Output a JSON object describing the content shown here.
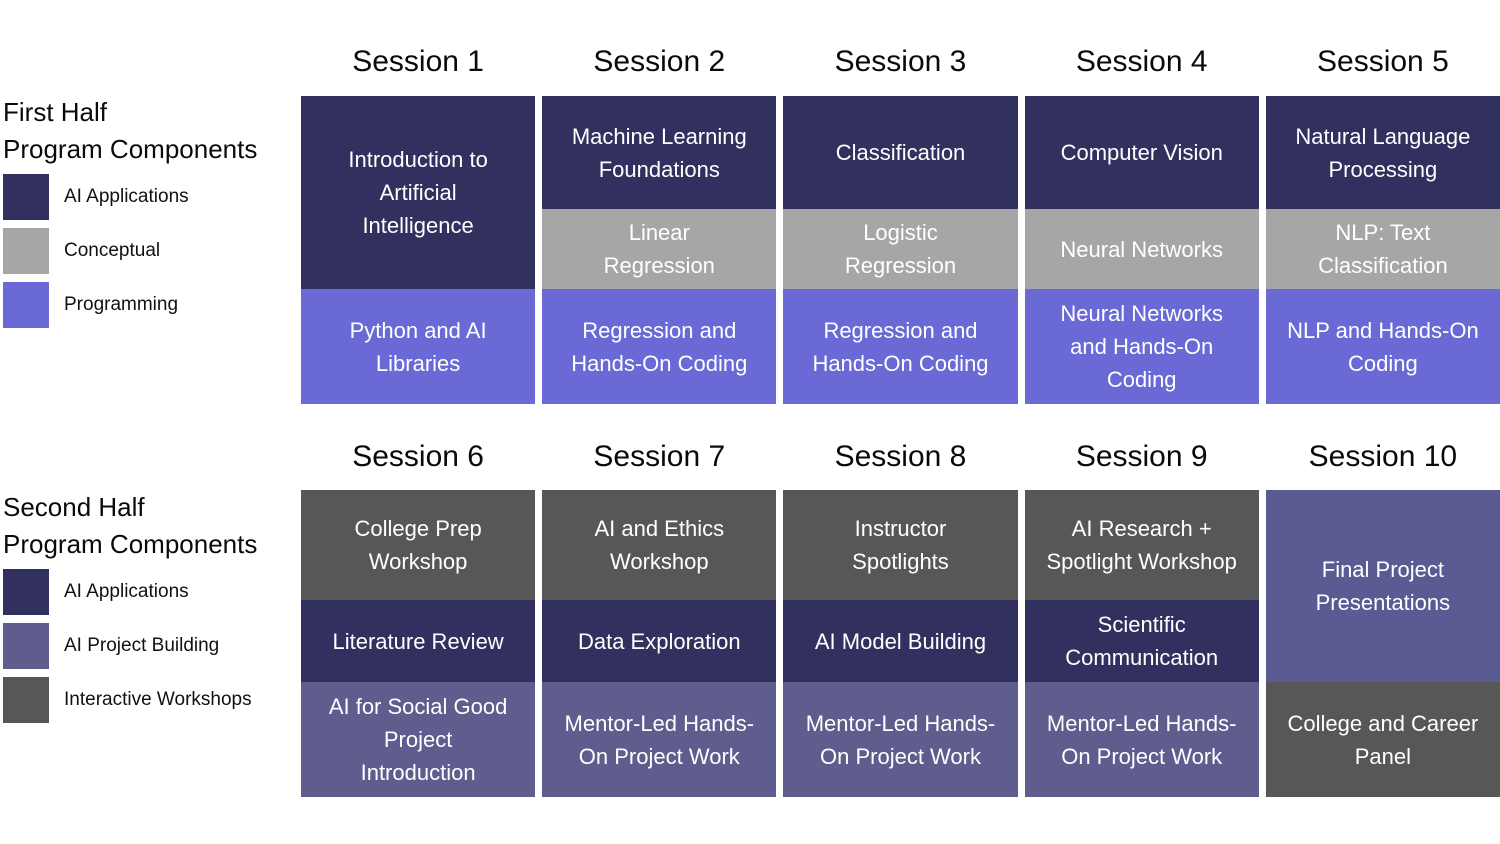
{
  "colors": {
    "ai_applications": "#32305e",
    "conceptual": "#a6a6a6",
    "programming": "#6a69d6",
    "interactive_workshops": "#575757",
    "ai_project_building": "#5e5d8e",
    "final_project": "#5b5b93",
    "block_text": "#ffffff",
    "heading_text": "#0a0a0a"
  },
  "first_half": {
    "legend": {
      "title_line1": "First Half",
      "title_line2": "Program Components",
      "items": [
        {
          "label": "AI Applications",
          "color": "#32305e"
        },
        {
          "label": "Conceptual",
          "color": "#a6a6a6"
        },
        {
          "label": "Programming",
          "color": "#6a69d6"
        }
      ]
    },
    "sessions": [
      {
        "header": "Session 1",
        "blocks": [
          {
            "text": "Introduction to\nArtificial\nIntelligence",
            "type": "ai-applications"
          },
          {
            "text": "Python and AI\nLibraries",
            "type": "programming"
          }
        ]
      },
      {
        "header": "Session 2",
        "blocks": [
          {
            "text": "Machine Learning\nFoundations",
            "type": "ai-applications"
          },
          {
            "text": "Linear\nRegression",
            "type": "conceptual"
          },
          {
            "text": "Regression and\nHands-On Coding",
            "type": "programming"
          }
        ]
      },
      {
        "header": "Session 3",
        "blocks": [
          {
            "text": "Classification",
            "type": "ai-applications"
          },
          {
            "text": "Logistic\nRegression",
            "type": "conceptual"
          },
          {
            "text": "Regression and\nHands-On Coding",
            "type": "programming"
          }
        ]
      },
      {
        "header": "Session 4",
        "blocks": [
          {
            "text": "Computer Vision",
            "type": "ai-applications"
          },
          {
            "text": "Neural Networks",
            "type": "conceptual"
          },
          {
            "text": "Neural Networks\nand Hands-On\nCoding",
            "type": "programming"
          }
        ]
      },
      {
        "header": "Session 5",
        "blocks": [
          {
            "text": "Natural Language\nProcessing",
            "type": "ai-applications"
          },
          {
            "text": "NLP: Text\nClassification",
            "type": "conceptual"
          },
          {
            "text": "NLP and Hands-On\nCoding",
            "type": "programming"
          }
        ]
      }
    ]
  },
  "second_half": {
    "legend": {
      "title_line1": "Second Half",
      "title_line2": "Program Components",
      "items": [
        {
          "label": "AI Applications",
          "color": "#32305e"
        },
        {
          "label": "AI Project Building",
          "color": "#5e5d8e"
        },
        {
          "label": "Interactive Workshops",
          "color": "#575757"
        }
      ]
    },
    "sessions": [
      {
        "header": "Session 6",
        "blocks": [
          {
            "text": "College Prep\nWorkshop",
            "type": "interactive-workshops"
          },
          {
            "text": "Literature Review",
            "type": "ai-applications"
          },
          {
            "text": "AI for Social Good\nProject\nIntroduction",
            "type": "ai-project-building"
          }
        ]
      },
      {
        "header": "Session 7",
        "blocks": [
          {
            "text": "AI and Ethics\nWorkshop",
            "type": "interactive-workshops"
          },
          {
            "text": "Data Exploration",
            "type": "ai-applications"
          },
          {
            "text": "Mentor-Led Hands-\nOn Project Work",
            "type": "ai-project-building"
          }
        ]
      },
      {
        "header": "Session 8",
        "blocks": [
          {
            "text": "Instructor\nSpotlights",
            "type": "interactive-workshops"
          },
          {
            "text": "AI Model Building",
            "type": "ai-applications"
          },
          {
            "text": "Mentor-Led Hands-\nOn Project Work",
            "type": "ai-project-building"
          }
        ]
      },
      {
        "header": "Session 9",
        "blocks": [
          {
            "text": "AI Research +\nSpotlight Workshop",
            "type": "interactive-workshops"
          },
          {
            "text": "Scientific\nCommunication",
            "type": "ai-applications"
          },
          {
            "text": "Mentor-Led Hands-\nOn Project Work",
            "type": "ai-project-building"
          }
        ]
      },
      {
        "header": "Session 10",
        "blocks": [
          {
            "text": "Final Project\nPresentations",
            "type": "ai-project-building"
          },
          {
            "text": "College and Career\nPanel",
            "type": "interactive-workshops"
          }
        ]
      }
    ]
  }
}
